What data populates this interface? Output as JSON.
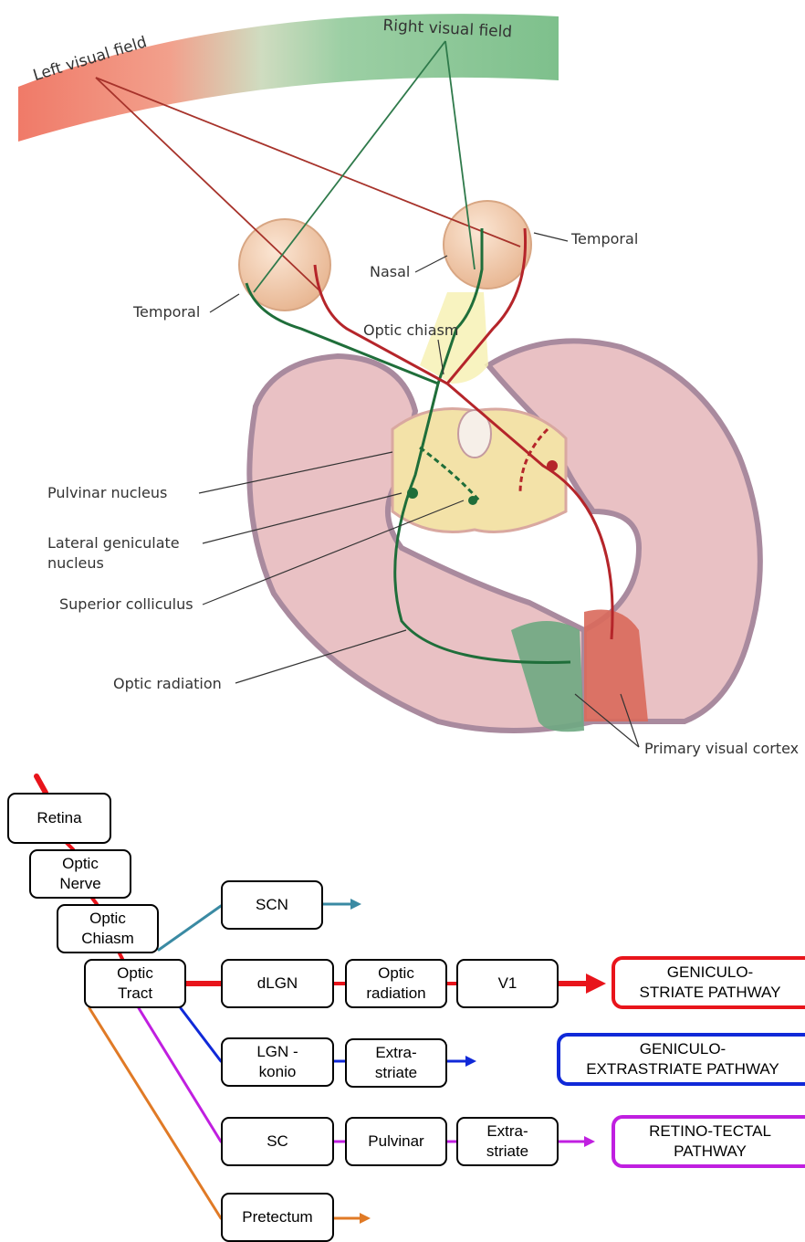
{
  "illustration": {
    "left_visual_field": "Left visual field",
    "right_visual_field": "Right visual field",
    "temporal_right": "Temporal",
    "nasal": "Nasal",
    "temporal_left": "Temporal",
    "optic_chiasm": "Optic chiasm",
    "pulvinar_nucleus": "Pulvinar nucleus",
    "lgn_line1": "Lateral geniculate",
    "lgn_line2": "nucleus",
    "superior_colliculus": "Superior colliculus",
    "optic_radiation": "Optic radiation",
    "primary_visual_cortex": "Primary visual cortex"
  },
  "flowchart": {
    "nodes": {
      "retina": "Retina",
      "optic_nerve": "Optic\nNerve",
      "optic_chiasm": "Optic\nChiasm",
      "optic_tract": "Optic\nTract",
      "scn": "SCN",
      "dlgn": "dLGN",
      "optic_radiation": "Optic\nradiation",
      "v1": "V1",
      "lgn_konio": "LGN -\nkonio",
      "extrastriate_1": "Extra-\nstriate",
      "sc": "SC",
      "pulvinar": "Pulvinar",
      "extrastriate_2": "Extra-\nstriate",
      "pretectum": "Pretectum"
    },
    "pathways": {
      "geniculostriate": "GENICULO-\nSTRIATE PATHWAY",
      "geniculoextrastriate": "GENICULO-\nEXTRASTRIATE PATHWAY",
      "retinotectal": "RETINO-TECTAL\nPATHWAY"
    }
  },
  "colors": {
    "red": "#e8141b",
    "teal": "#3a8aa3",
    "blue": "#1029d8",
    "magenta": "#c01fe0",
    "orange": "#e07a26",
    "green_path": "#1f6e3a",
    "red_path": "#b5252a"
  }
}
